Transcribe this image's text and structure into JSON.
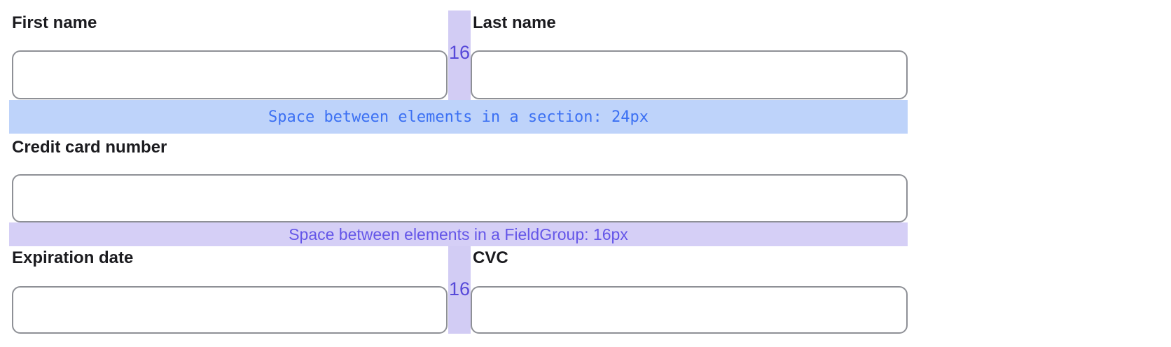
{
  "fields": {
    "first_name": {
      "label": "First name",
      "value": ""
    },
    "last_name": {
      "label": "Last name",
      "value": ""
    },
    "credit_card": {
      "label": "Credit card number",
      "value": ""
    },
    "expiration": {
      "label": "Expiration date",
      "value": ""
    },
    "cvc": {
      "label": "CVC",
      "value": ""
    }
  },
  "annotations": {
    "section_gap": "Space between elements in a section: 24px",
    "fieldgroup_gap": "Space between elements in a FieldGroup: 16px",
    "row1_gap": "16",
    "row2_gap": "16"
  },
  "colors": {
    "label_text": "#1b1b1f",
    "input_border": "#8e9096",
    "section_band_bg": "#bed3fa",
    "section_band_text": "#3b70f3",
    "group_band_bg": "#d5cff6",
    "group_band_text": "#6456e8",
    "gap_bar_bg": "#d2ccf4",
    "gap_num_text": "#5749d9"
  }
}
